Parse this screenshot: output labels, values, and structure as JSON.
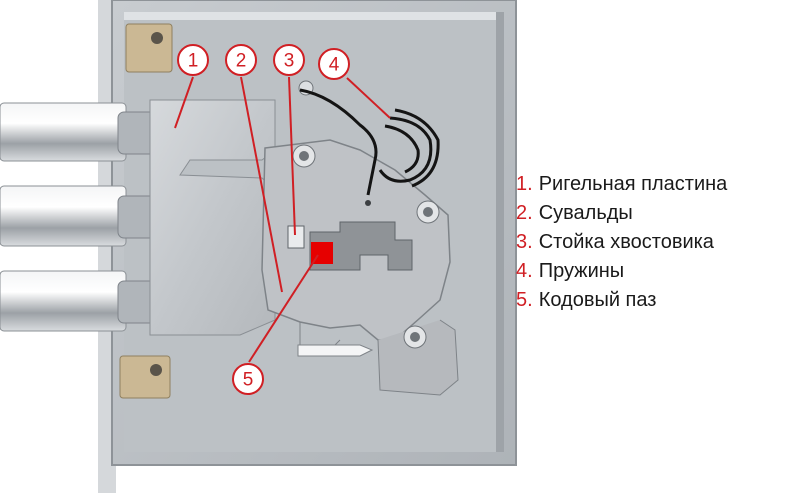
{
  "callouts": [
    "1",
    "2",
    "3",
    "4",
    "5"
  ],
  "legend": [
    {
      "num": "1",
      "label": "Ригельная пластина"
    },
    {
      "num": "2",
      "label": "Сувальды"
    },
    {
      "num": "3",
      "label": "Стойка хвостовика"
    },
    {
      "num": "4",
      "label": "Пружины"
    },
    {
      "num": "5",
      "label": "Кодовый паз"
    }
  ],
  "colors": {
    "accent": "#d01f24",
    "metal": "#c9cdd2",
    "lever": "#b9bcc0",
    "frame": "#9ea3a8"
  }
}
